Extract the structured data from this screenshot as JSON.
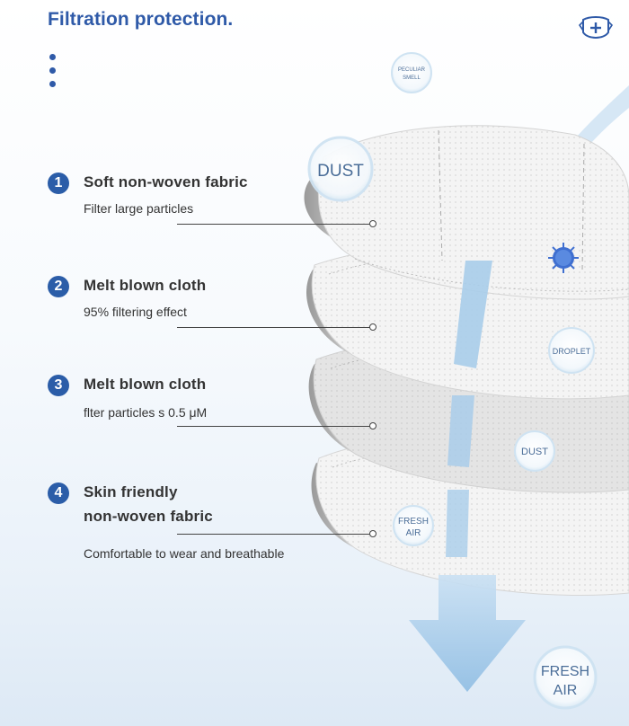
{
  "page": {
    "title": "Filtration protection.",
    "icon": "mask-plus-icon"
  },
  "layers": [
    {
      "number": "1",
      "title": "Soft non-woven fabric",
      "description": "Filter large particles"
    },
    {
      "number": "2",
      "title": "Melt blown cloth",
      "description": "95% filtering effect"
    },
    {
      "number": "3",
      "title": "Melt blown cloth",
      "description": "flter particles s 0.5 μM"
    },
    {
      "number": "4",
      "title_line1": "Skin friendly",
      "title_line2": "non-woven fabric",
      "description": "Comfortable to wear and breathable"
    }
  ],
  "bubbles": {
    "peculiar_line1": "PECULIAR",
    "peculiar_line2": "SMELL",
    "dust_large": "DUST",
    "droplet": "DROPLET",
    "dust_small": "DUST",
    "fresh_small_line1": "FRESH",
    "fresh_small_line2": "AIR",
    "fresh_large_line1": "FRESH",
    "fresh_large_line2": "AIR"
  },
  "colors": {
    "accent": "#2f5aa8",
    "number_badge": "#2b5da8",
    "airflow": "#a9cdea"
  }
}
